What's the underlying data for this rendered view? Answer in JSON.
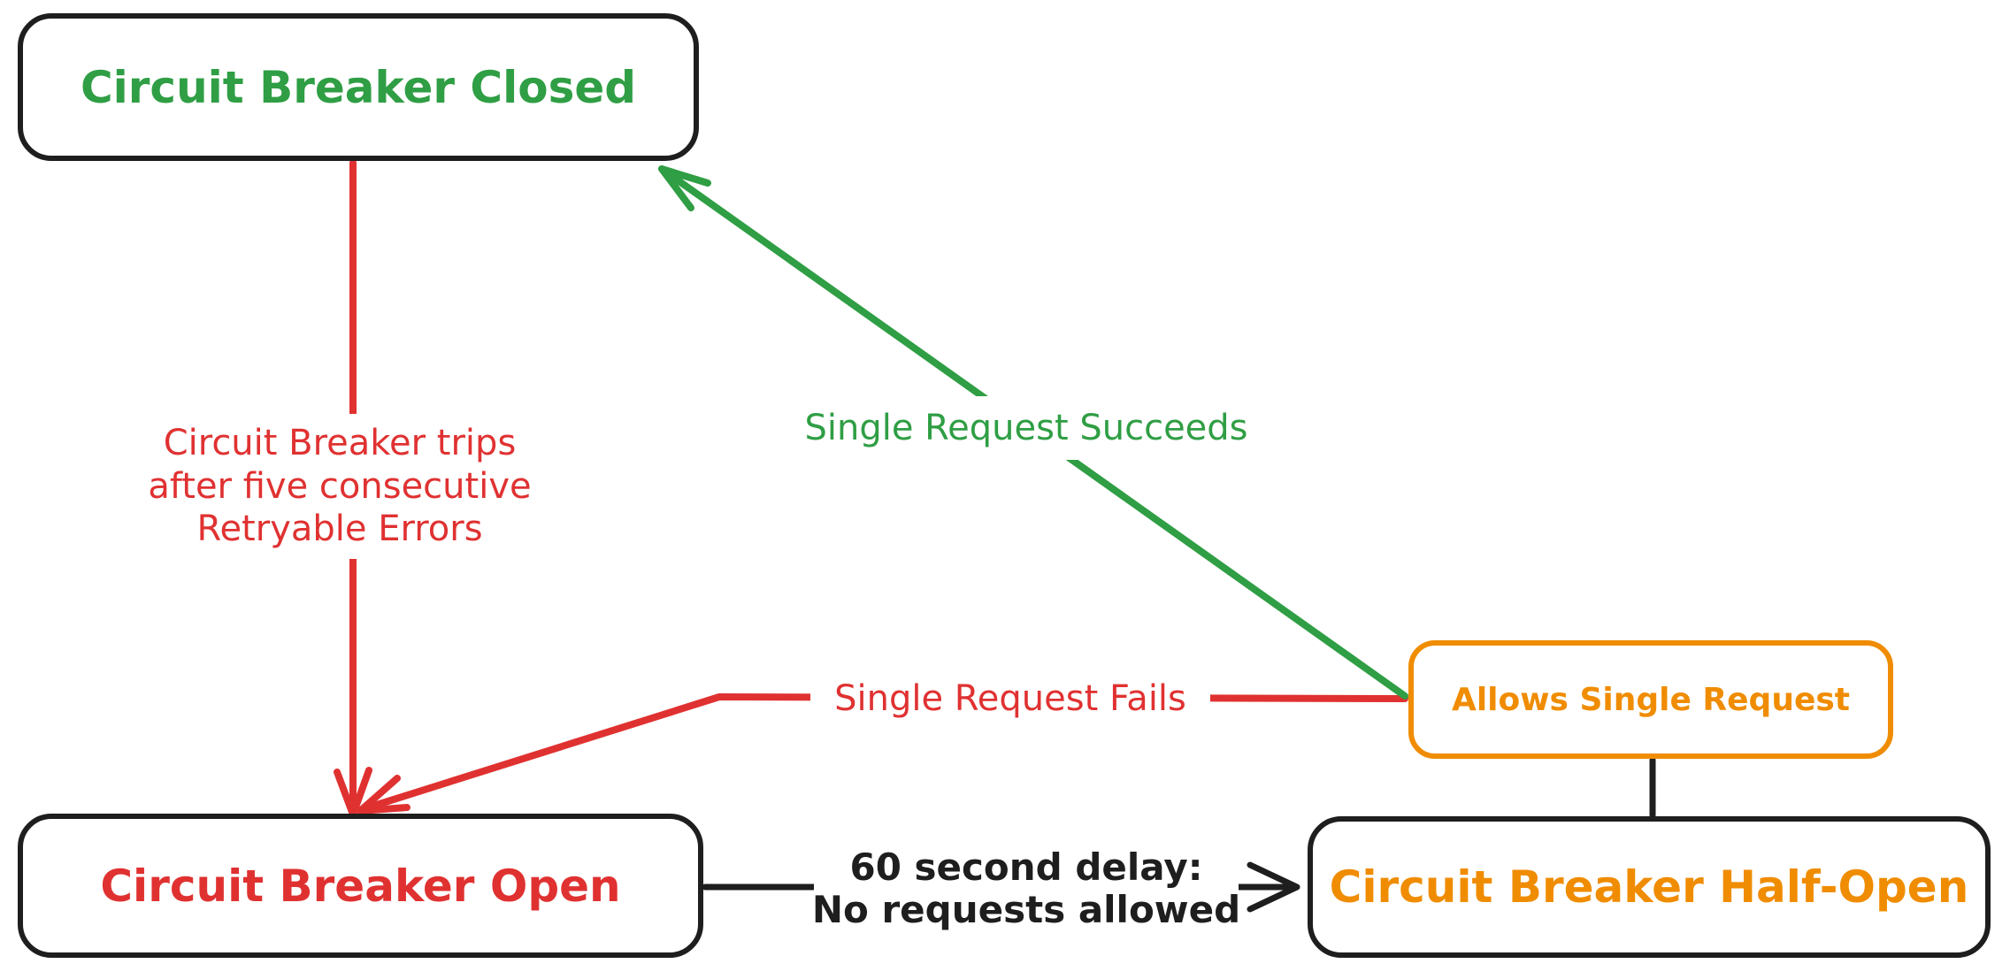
{
  "diagram": {
    "background": "#ffffff",
    "colors": {
      "green": "#2f9e44",
      "red": "#e03131",
      "orange": "#f08c00",
      "black": "#1e1e1e"
    },
    "nodes": {
      "closed": {
        "label": "Circuit Breaker Closed",
        "text_color": "#2f9e44",
        "border_color": "#1e1e1e"
      },
      "open": {
        "label": "Circuit Breaker Open",
        "text_color": "#e03131",
        "border_color": "#1e1e1e"
      },
      "half_open": {
        "label": "Circuit Breaker Half-Open",
        "text_color": "#f08c00",
        "border_color": "#1e1e1e"
      },
      "allows": {
        "label": "Allows Single Request",
        "text_color": "#f08c00",
        "border_color": "#f08c00"
      }
    },
    "edges": {
      "trip": {
        "from": "Circuit Breaker Closed",
        "to": "Circuit Breaker Open",
        "color": "#e03131",
        "label_line1": "Circuit Breaker trips",
        "label_line2": "after five consecutive",
        "label_line3": "Retryable Errors"
      },
      "succeeds": {
        "from": "Allows Single Request",
        "to": "Circuit Breaker Closed",
        "color": "#2f9e44",
        "label": "Single Request Succeeds"
      },
      "fails": {
        "from": "Allows Single Request",
        "to": "Circuit Breaker Open",
        "color": "#e03131",
        "label": "Single Request Fails"
      },
      "delay": {
        "from": "Circuit Breaker Open",
        "to": "Circuit Breaker Half-Open",
        "color": "#1e1e1e",
        "label_line1": "60 second delay:",
        "label_line2": "No requests allowed"
      },
      "half_open_to_allows": {
        "from": "Circuit Breaker Half-Open",
        "to": "Allows Single Request",
        "color": "#1e1e1e"
      }
    }
  }
}
